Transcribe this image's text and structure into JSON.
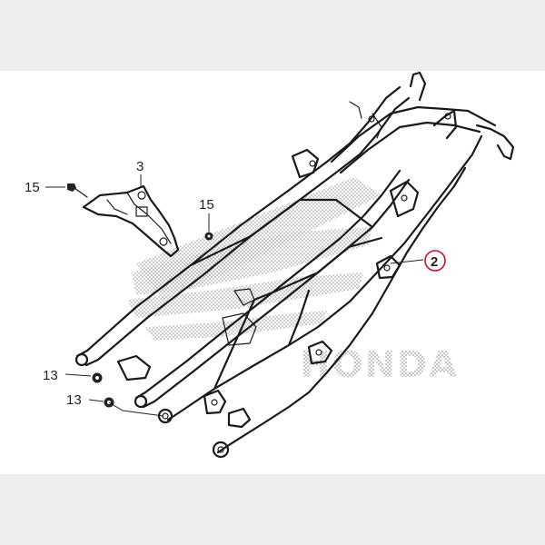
{
  "diagram": {
    "callouts": [
      {
        "id": "c-15a",
        "text": "15"
      },
      {
        "id": "c-3",
        "text": "3"
      },
      {
        "id": "c-15b",
        "text": "15"
      },
      {
        "id": "c-2",
        "text": "2"
      },
      {
        "id": "c-13a",
        "text": "13"
      },
      {
        "id": "c-13b",
        "text": "13"
      }
    ],
    "watermark": "HONDA",
    "highlight_color": "#c8102e"
  }
}
